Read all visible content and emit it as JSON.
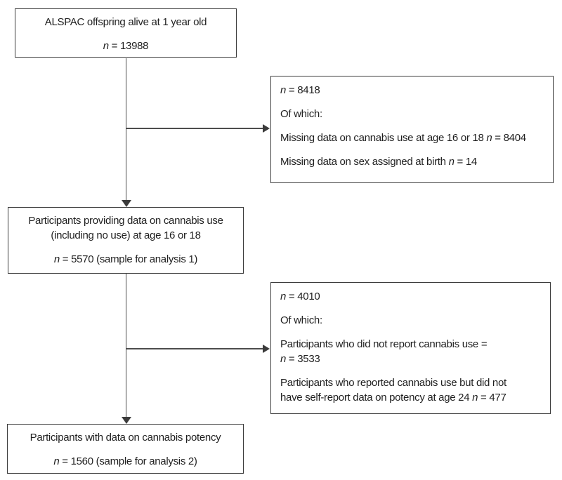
{
  "figure": {
    "type": "participant-flow-diagram",
    "colors": {
      "background": "#ffffff",
      "box_border": "#3b3b3b",
      "connector_line": "#4d4d4d",
      "text": "#1f1f1f"
    },
    "boxes": {
      "top": {
        "title": "ALSPAC offspring alive at 1 year old",
        "n_label": "n",
        "n_value": " = 13988"
      },
      "exclusion1": {
        "n_label": "n",
        "n_value": " = 8418",
        "of_which": "Of which:",
        "item1": {
          "pre": "Missing data on cannabis use at age 16 or 18 ",
          "n_label": "n",
          "n_value": " = 8404"
        },
        "item2": {
          "pre": "Missing data on sex assigned at birth ",
          "n_label": "n",
          "n_value": " = 14"
        }
      },
      "middle": {
        "title_line1": "Participants providing data on cannabis use",
        "title_line2": "(including no use) at age 16 or 18",
        "n_label": "n",
        "n_value": " = 5570 (sample for analysis 1)"
      },
      "exclusion2": {
        "n_label": "n",
        "n_value": " = 4010",
        "of_which": "Of which:",
        "item1": {
          "line1": "Participants who did not report cannabis use =",
          "n_label": "n",
          "n_value": " = 3533"
        },
        "item2": {
          "line1": "Participants who reported cannabis use but did not",
          "line2_pre": "have self-report data on potency at age 24 ",
          "n_label": "n",
          "n_value": " = 477"
        }
      },
      "bottom": {
        "title": "Participants with data on cannabis potency",
        "n_label": "n",
        "n_value": " = 1560 (sample for analysis 2)"
      }
    }
  }
}
